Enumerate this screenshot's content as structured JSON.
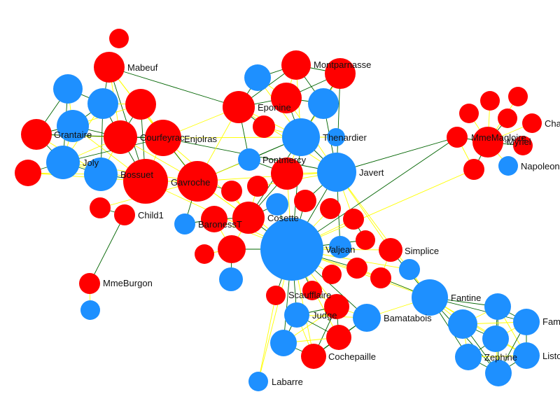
{
  "colors": {
    "red": "#ff0000",
    "blue": "#1e90ff",
    "edge_green": "#006400",
    "edge_yellow": "#ffff00"
  },
  "labels": {
    "mabeuf": "Mabeuf",
    "montparnasse": "Montparnasse",
    "eponine": "Eponine",
    "grantaire": "Grantaire",
    "courfeyrac": "Courfeyrac",
    "enjolras": "Enjolras",
    "thenardier": "Thenardier",
    "joly": "Joly",
    "bossuet": "Bossuet",
    "gavroche": "Gavroche",
    "pontmercy": "Pontmercy",
    "javert": "Javert",
    "child1": "Child1",
    "baronesst": "BaronessT",
    "cosette": "Cosette",
    "valjean": "Valjean",
    "simplice": "Simplice",
    "mmeburgon": "MmeBurgon",
    "scaufflaire": "Scaufflaire",
    "judge": "Judge",
    "bamatabois": "Bamatabois",
    "fantine": "Fantine",
    "cochepaille": "Cochepaille",
    "zephine": "Zephine",
    "labarre": "Labarre",
    "mmemagloire": "MmeMagloire",
    "myriel": "Myriel",
    "champtercier": "Cha",
    "napoleon": "Napoleon",
    "fameuil": "Fam",
    "listolier": "Listo"
  }
}
